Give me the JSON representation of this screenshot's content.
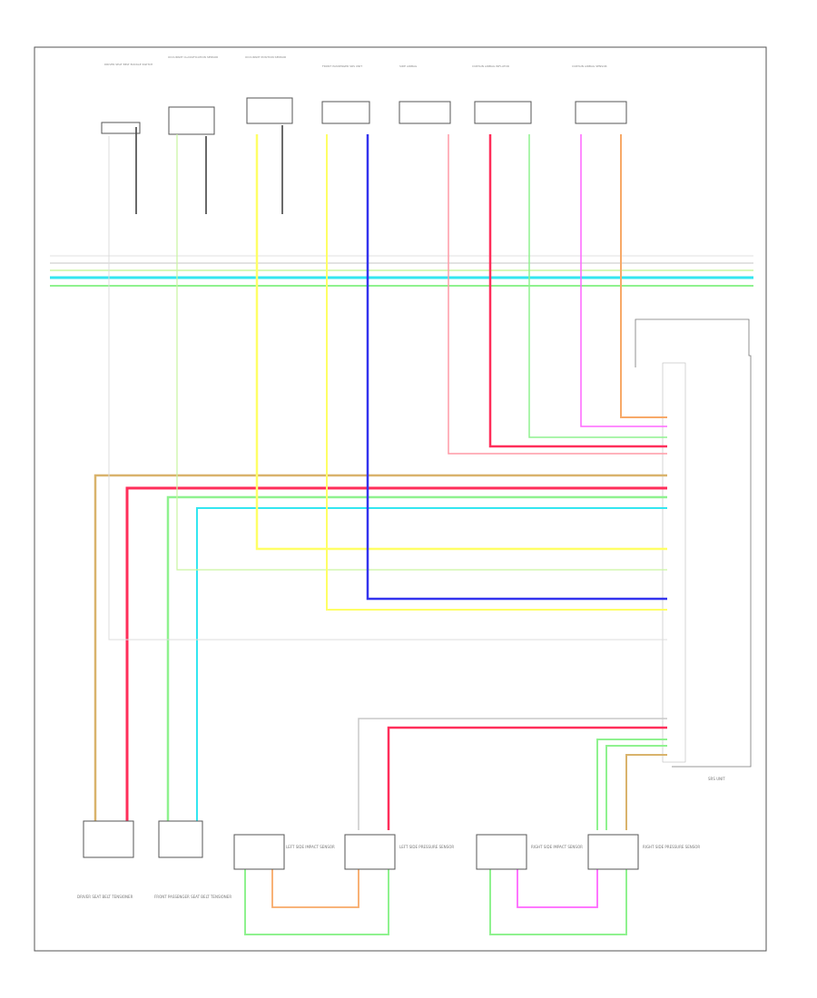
{
  "diagram": {
    "component_captions": [
      "DRIVER SEAT BELT BUCKLE SWITCH",
      "OCCUPANT CLASSIFICATION SENSOR",
      "OCCUPANT POSITION SENSOR",
      "FRONT PASSENGER SRS UNIT",
      "SIDE AIRBAG",
      "CURTAIN AIRBAG INFLATOR",
      "CURTAIN AIRBAG SENSOR",
      "DRIVER SEAT BELT TENSIONER",
      "FRONT PASSENGER SEAT BELT TENSIONER",
      "SRS UNIT",
      "LEFT SIDE IMPACT SENSOR",
      "LEFT SIDE PRESSURE SENSOR",
      "RIGHT SIDE IMPACT SENSOR",
      "RIGHT SIDE PRESSURE SENSOR"
    ],
    "page_number": "",
    "colors": {
      "red": "#ff2e5a",
      "pink": "#ff9aa6",
      "yellow": "#ffff66",
      "blue": "#3333ee",
      "cyan": "#33e6f0",
      "green": "#8ff28f",
      "orange": "#f7a968",
      "tan": "#d9b36c",
      "magenta": "#ff66ff",
      "gray": "#c0c0c0",
      "lightgreen": "#c9f5a0"
    }
  }
}
